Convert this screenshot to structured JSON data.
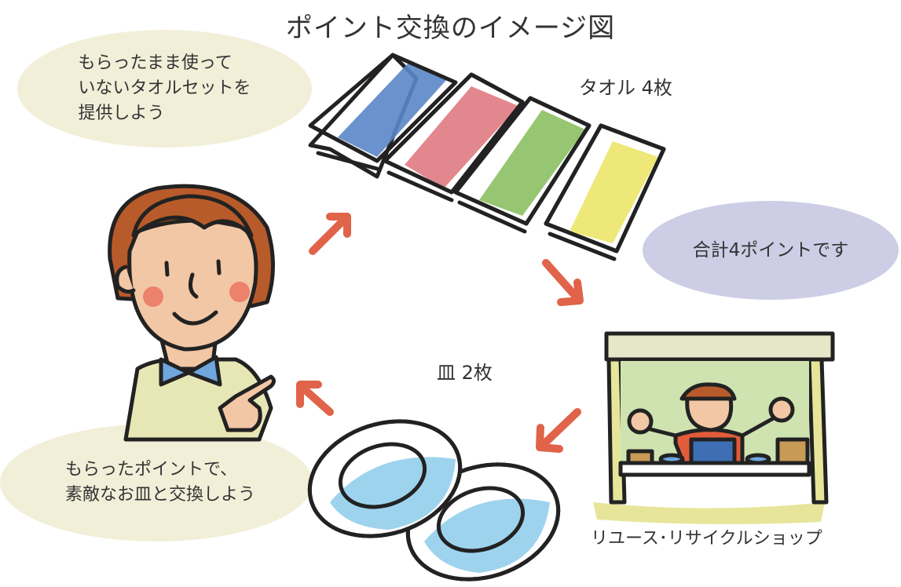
{
  "title": "ポイント交換のイメージ図",
  "bubbles": {
    "top_left": "もらったまま使って\nいないタオルセットを\n提供しよう",
    "right": "合計4ポイントです",
    "bottom_left": "もらったポイントで、\n素敵なお皿と交換しよう"
  },
  "labels": {
    "towels": "タオル 4枚",
    "plates": "皿 2枚",
    "shop": "リユース･リサイクルショップ"
  },
  "colors": {
    "arrow": "#e0634a",
    "towel_blue": "#5a86c6",
    "towel_red": "#e07a82",
    "towel_green": "#8cc063",
    "towel_yellow": "#ece66a",
    "plate_blue": "#8dcbea",
    "bubble_cream": "#f2efd9",
    "bubble_lavender": "#cdcde6"
  }
}
